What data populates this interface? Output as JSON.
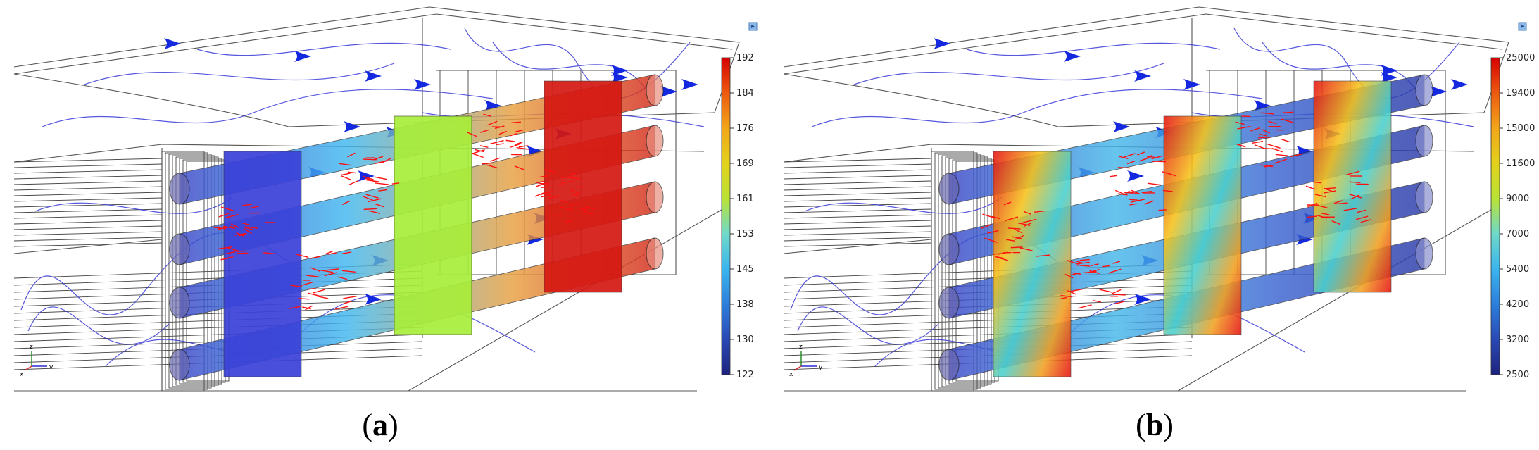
{
  "panels": [
    {
      "id": "a",
      "caption_letter": "a",
      "colorbar": {
        "ticks": [
          "192",
          "184",
          "176",
          "169",
          "161",
          "153",
          "145",
          "138",
          "130",
          "122"
        ],
        "colors": [
          "#d50000",
          "#ee5a10",
          "#f2a61a",
          "#e3d21c",
          "#b9e236",
          "#6fd9c9",
          "#3bb5ee",
          "#2d7fdc",
          "#2a49b5",
          "#1e237e"
        ]
      },
      "plates": [
        {
          "color": "#3a41d8"
        },
        {
          "color": "#a9ee3a"
        },
        {
          "color": "#d51812"
        }
      ],
      "tube_gradient": [
        "#3a46c8",
        "#40b8f0",
        "#e8a040",
        "#d42a1a"
      ]
    },
    {
      "id": "b",
      "caption_letter": "b",
      "colorbar": {
        "ticks": [
          "25000",
          "19400",
          "15000",
          "11600",
          "9000",
          "7000",
          "5400",
          "4200",
          "3200",
          "2500"
        ],
        "colors": [
          "#d50000",
          "#ee5a10",
          "#f2a61a",
          "#e3d21c",
          "#b9e236",
          "#6fd9c9",
          "#3bb5ee",
          "#2d7fdc",
          "#2a49b5",
          "#1e237e"
        ]
      },
      "plates": [
        {
          "color": "#f0c020"
        },
        {
          "color": "#3a7fe0"
        },
        {
          "color": "#f0b020"
        }
      ],
      "tube_gradient": [
        "#3a46c8",
        "#45b8ea",
        "#3a62d0",
        "#2a3aa8"
      ]
    }
  ],
  "axis_triad": {
    "z": "z",
    "y": "y",
    "x": "x"
  }
}
